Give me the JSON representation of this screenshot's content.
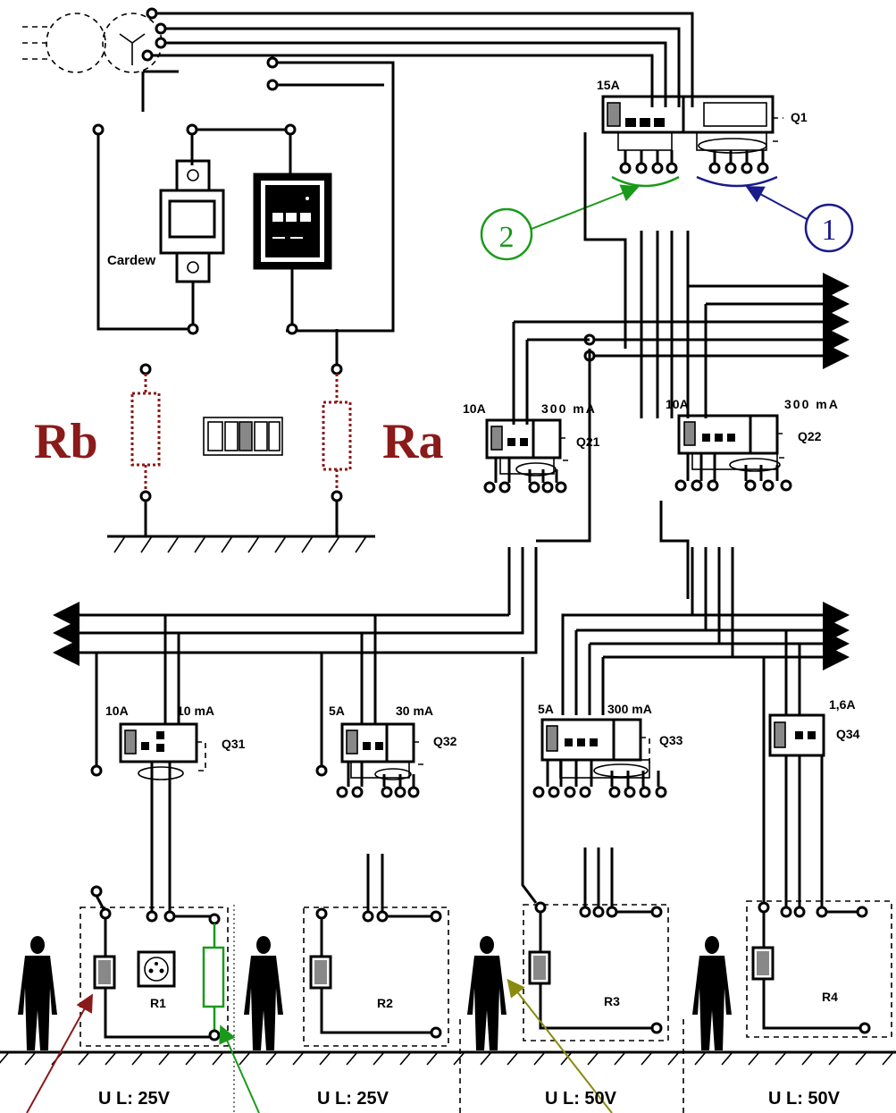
{
  "labels": {
    "cardew": "Cardew",
    "rb": "Rb",
    "ra": "Ra",
    "marker_1": "1",
    "marker_2": "2",
    "q1_rating": "15A",
    "q1_name": "Q1",
    "q21_rating": "10A",
    "q21_sens": "300 mA",
    "q21_name": "Q21",
    "q22_rating": "10A",
    "q22_sens": "300 mA",
    "q22_name": "Q22",
    "q31_rating": "10A",
    "q31_sens": "10 mA",
    "q31_name": "Q31",
    "q32_rating": "5A",
    "q32_sens": "30 mA",
    "q32_name": "Q32",
    "q33_rating": "5A",
    "q33_sens": "300 mA",
    "q33_name": "Q33",
    "q34_rating": "1,6A",
    "q34_name": "Q34",
    "r1": "R1",
    "r2": "R2",
    "r3": "R3",
    "r4": "R4",
    "ul1": "U L: 25V",
    "ul2": "U L: 25V",
    "ul3": "U L: 50V",
    "ul4": "U L: 50V"
  },
  "colors": {
    "resistor_red": "#8b1a1a",
    "green": "#1a9a1a",
    "blue": "#1a1a8c",
    "olive": "#8a8a10",
    "line": "#000000"
  }
}
